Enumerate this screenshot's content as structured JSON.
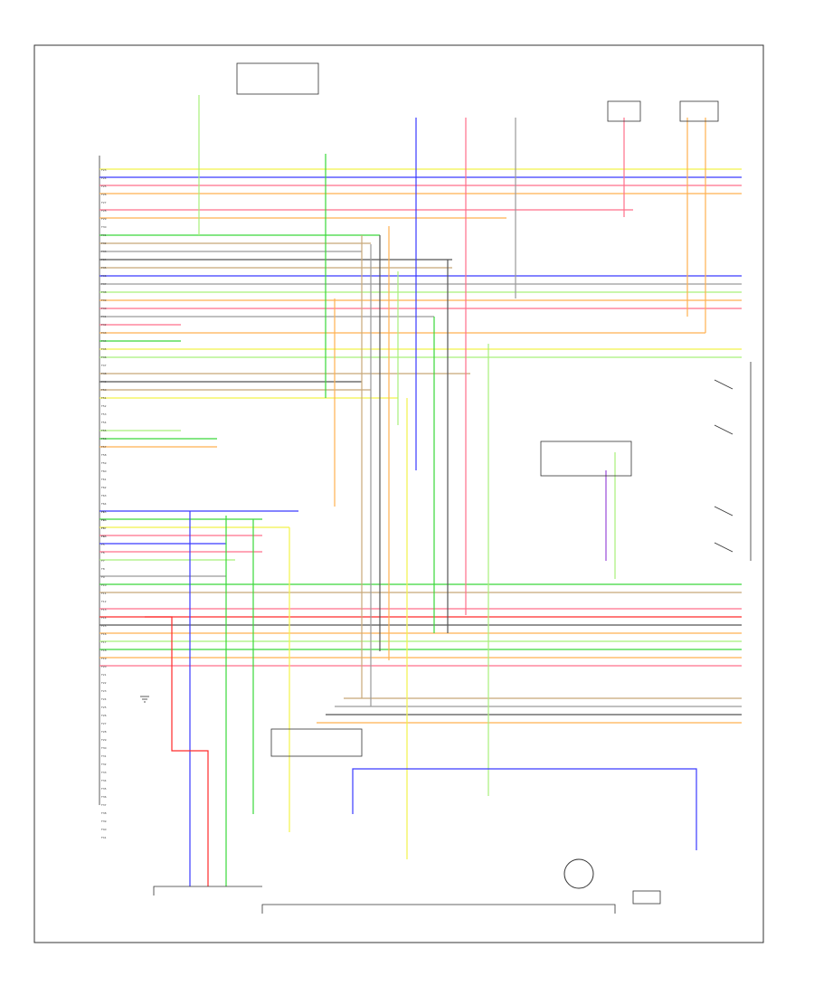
{
  "diagram": {
    "pin_column_left": [
      "F23",
      "F24",
      "F25",
      "F26",
      "F27",
      "F28",
      "F29",
      "F30",
      "F31",
      "F32",
      "F33",
      "F34",
      "F35",
      "F36",
      "F37",
      "F38",
      "F39",
      "F40",
      "F41",
      "F42",
      "F43",
      "F44",
      "F45",
      "F46",
      "F47",
      "F48",
      "F49",
      "F50",
      "F51",
      "F52",
      "F53",
      "F54",
      "F55",
      "F56",
      "F57",
      "F58",
      "F59",
      "F60",
      "F61",
      "F62",
      "F63",
      "F64",
      "F65",
      "F66",
      "F67",
      "F68"
    ],
    "pin_column_lower": [
      "F1",
      "F2",
      "F3",
      "F4",
      "F5",
      "F6",
      "F7",
      "F8",
      "F9",
      "F10",
      "F11",
      "F12",
      "F13",
      "F14",
      "F15",
      "F16",
      "F17",
      "F18",
      "F19",
      "F20",
      "F21",
      "F22",
      "F23",
      "F24",
      "F25",
      "F26",
      "F27",
      "F28",
      "F29",
      "F30",
      "F31",
      "F32",
      "F33",
      "F34",
      "F35",
      "F36",
      "F37",
      "F38",
      "F39",
      "F40",
      "F41"
    ],
    "wire_colors": {
      "yellow": "#f2f24a",
      "blue": "#3a3aff",
      "pink": "#ff6f8a",
      "orange": "#ffb050",
      "green": "#3ad83a",
      "lightgreen": "#a8f07a",
      "gray": "#9a9a9a",
      "darkgray": "#555555",
      "tan": "#c8a878",
      "red": "#ff2a2a",
      "purple": "#9a4ad8",
      "black": "#222222"
    }
  }
}
